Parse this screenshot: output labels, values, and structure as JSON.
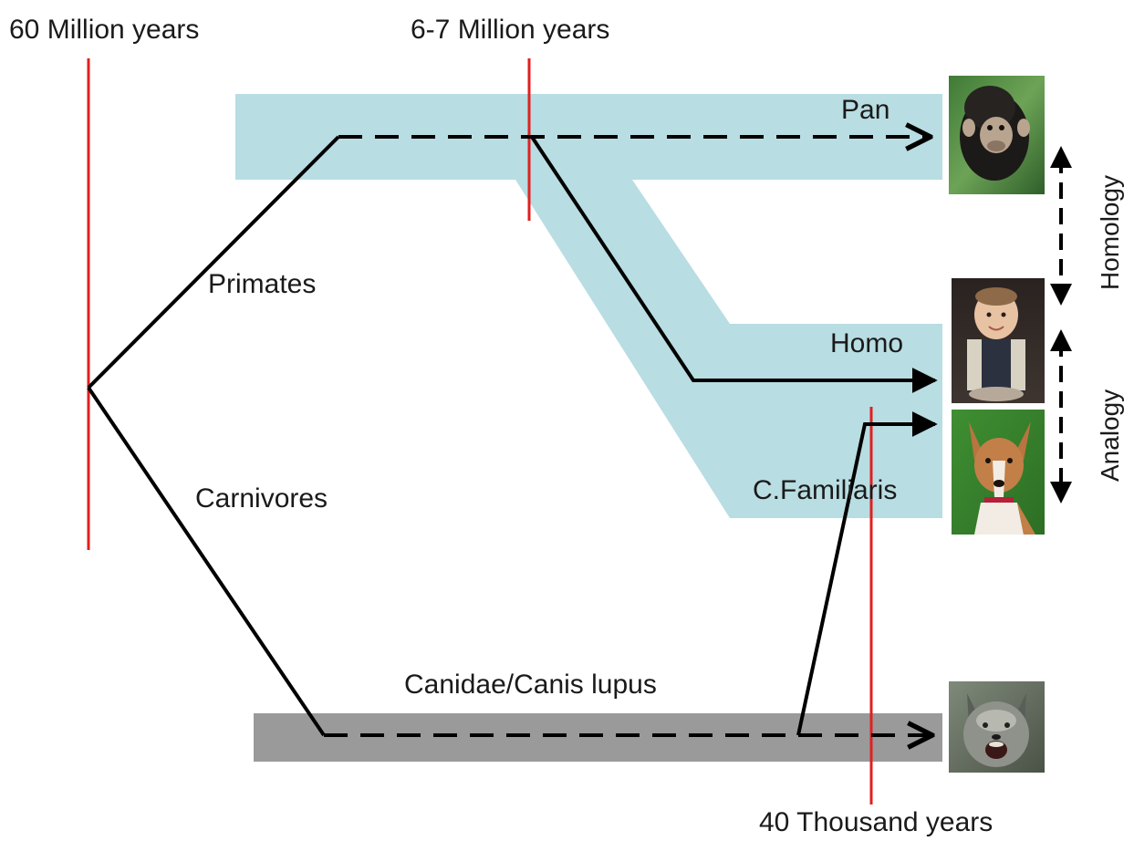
{
  "timeline": {
    "label_60m": "60 Million years",
    "label_67m": "6-7 Million years",
    "label_40k": "40 Thousand years"
  },
  "clades": {
    "pan": "Pan",
    "homo": "Homo",
    "c_familiaris": "C.Familiaris",
    "canidae": "Canidae/Canis lupus",
    "primates": "Primates",
    "carnivores": "Carnivores"
  },
  "relations": {
    "homology": "Homology",
    "analogy": "Analogy"
  },
  "colors": {
    "band_blue": "#b8dde2",
    "band_gray": "#9a9a9a",
    "time_line": "#e02020",
    "branch": "#000000"
  },
  "photos": {
    "chimp": "chimpanzee-photo",
    "baby": "baby-photo",
    "dog": "dog-photo",
    "wolf": "wolf-photo"
  }
}
